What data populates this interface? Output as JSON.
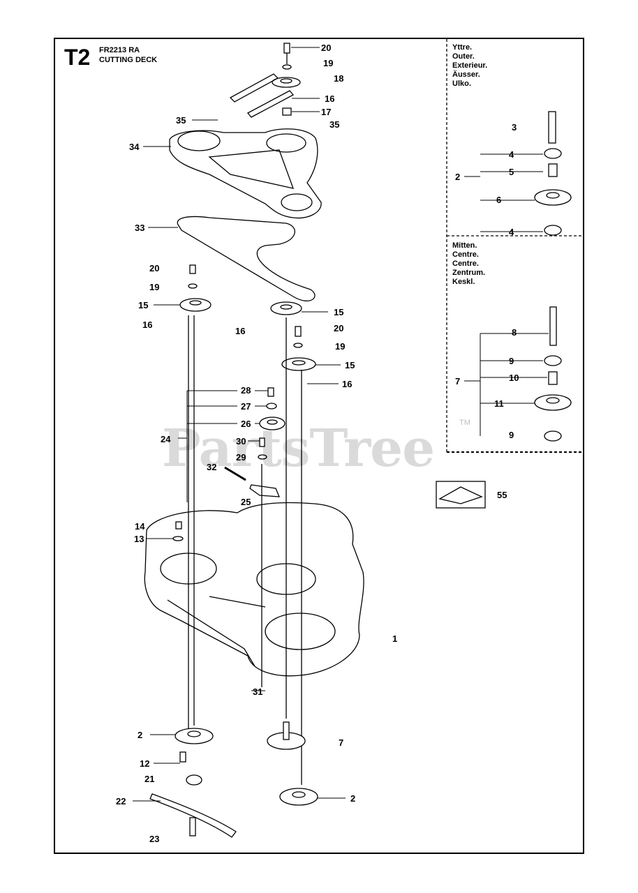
{
  "header": {
    "code": "T2",
    "model": "FR2213 RA",
    "title": "CUTTING DECK"
  },
  "legend_outer": [
    "Yttre.",
    "Outer.",
    "Exterieur.",
    "Äusser.",
    "Ulko."
  ],
  "legend_center": [
    "Mitten.",
    "Centre.",
    "Centre.",
    "Zentrum.",
    "Keskl."
  ],
  "watermark": "PartsTree",
  "trademark": "TM",
  "callouts": {
    "c1": "1",
    "c2a": "2",
    "c2b": "2",
    "c2c": "2",
    "c3": "3",
    "c4a": "4",
    "c4b": "4",
    "c5": "5",
    "c6": "6",
    "c7a": "7",
    "c7b": "7",
    "c8": "8",
    "c9a": "9",
    "c9b": "9",
    "c10": "10",
    "c11": "11",
    "c12": "12",
    "c13": "13",
    "c14": "14",
    "c15a": "15",
    "c15b": "15",
    "c15c": "15",
    "c16a": "16",
    "c16b": "16",
    "c16c": "16",
    "c16d": "16",
    "c17": "17",
    "c18": "18",
    "c19a": "19",
    "c19b": "19",
    "c19c": "19",
    "c20a": "20",
    "c20b": "20",
    "c20c": "20",
    "c21": "21",
    "c22": "22",
    "c23": "23",
    "c24": "24",
    "c25": "25",
    "c26": "26",
    "c27": "27",
    "c28": "28",
    "c29": "29",
    "c30": "30",
    "c31": "31",
    "c32": "32",
    "c33": "33",
    "c34": "34",
    "c35a": "35",
    "c35b": "35",
    "c55": "55"
  }
}
